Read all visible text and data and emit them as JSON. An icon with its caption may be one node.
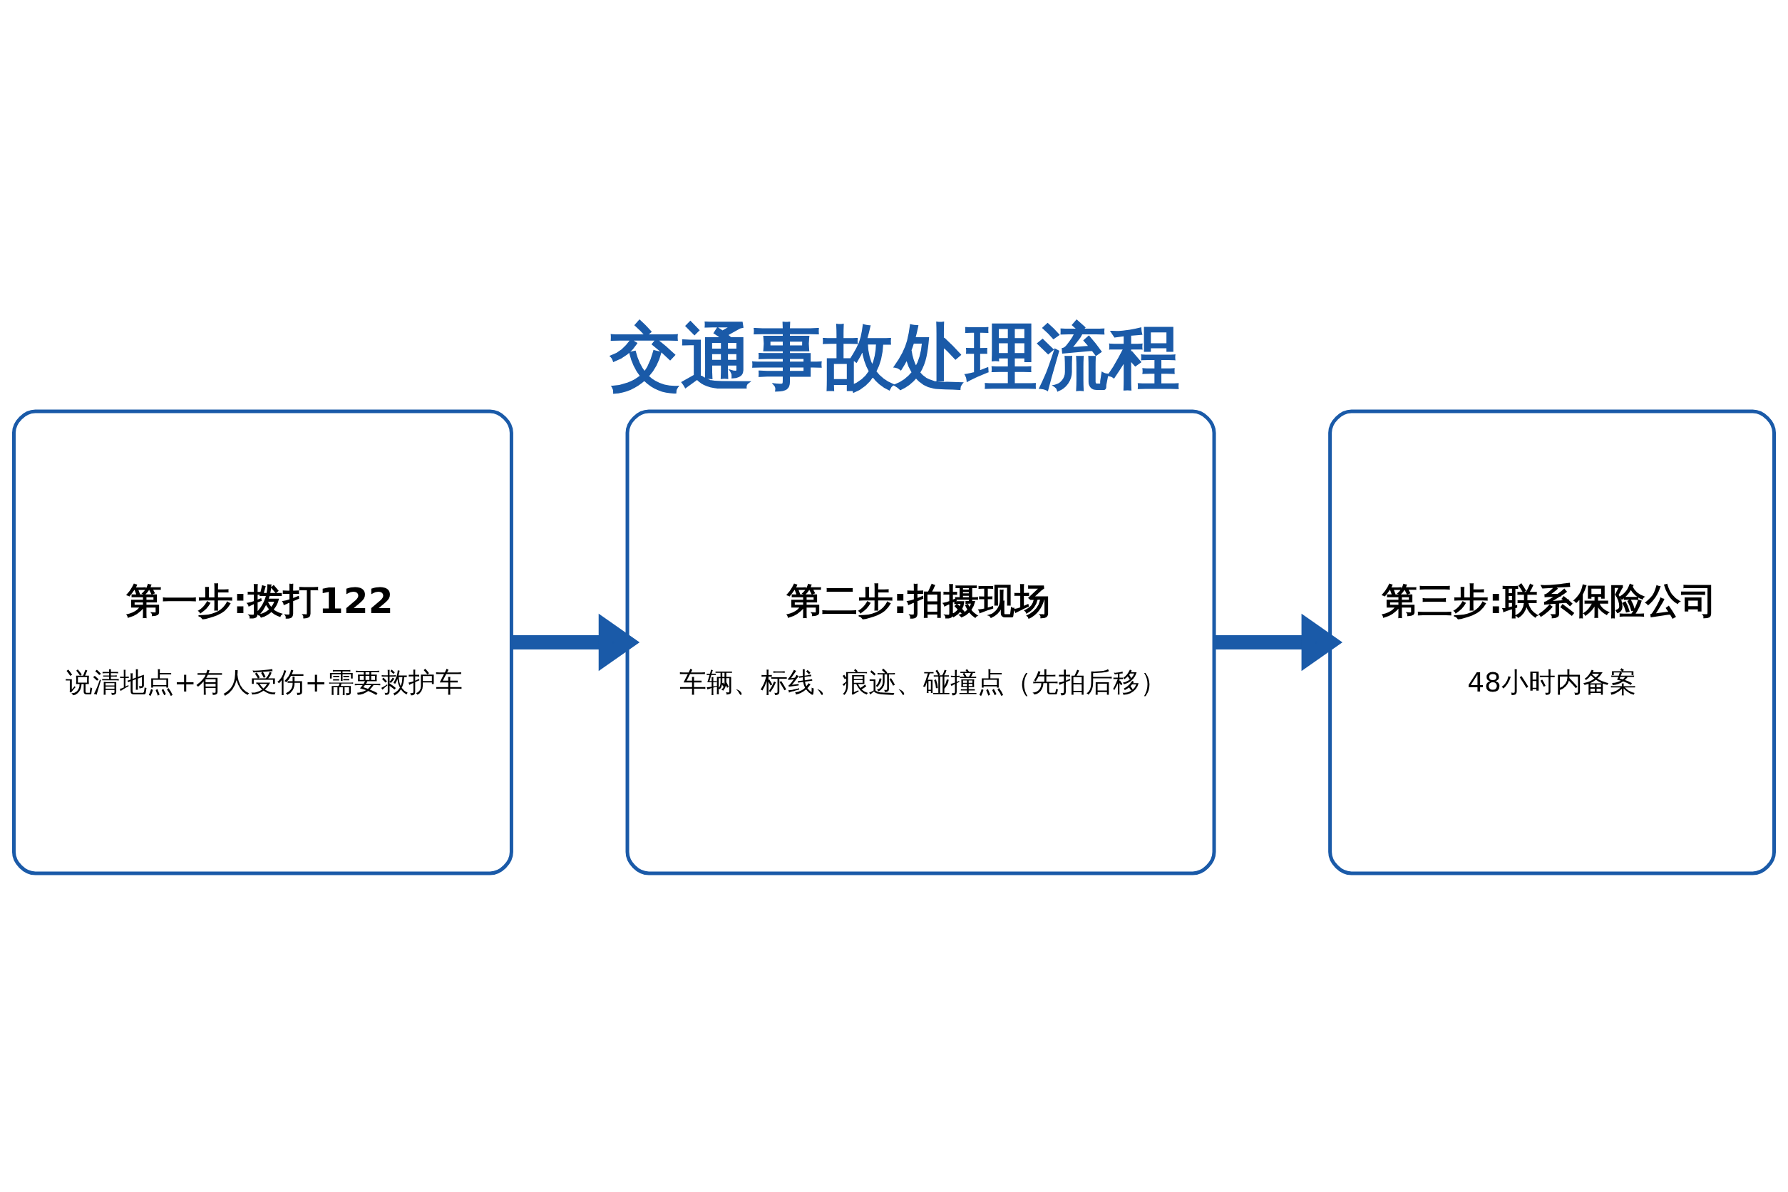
{
  "diagram": {
    "title": "交通事故处理流程",
    "nodes": [
      {
        "text": [
          "第一步:拨打122",
          "说清地点+有人受伤+需要救护车"
        ]
      },
      {
        "text": [
          "第二步:拍摄现场",
          "车辆、标线、痕迹、碰撞点（先拍后移）"
        ]
      },
      {
        "text": [
          "第三步:联系保险公司",
          "48小时内备案"
        ]
      }
    ],
    "edges": [
      {
        "from": 0,
        "to": 1,
        "arrow": "to"
      },
      {
        "from": 1,
        "to": 2,
        "arrow": "to"
      }
    ]
  }
}
